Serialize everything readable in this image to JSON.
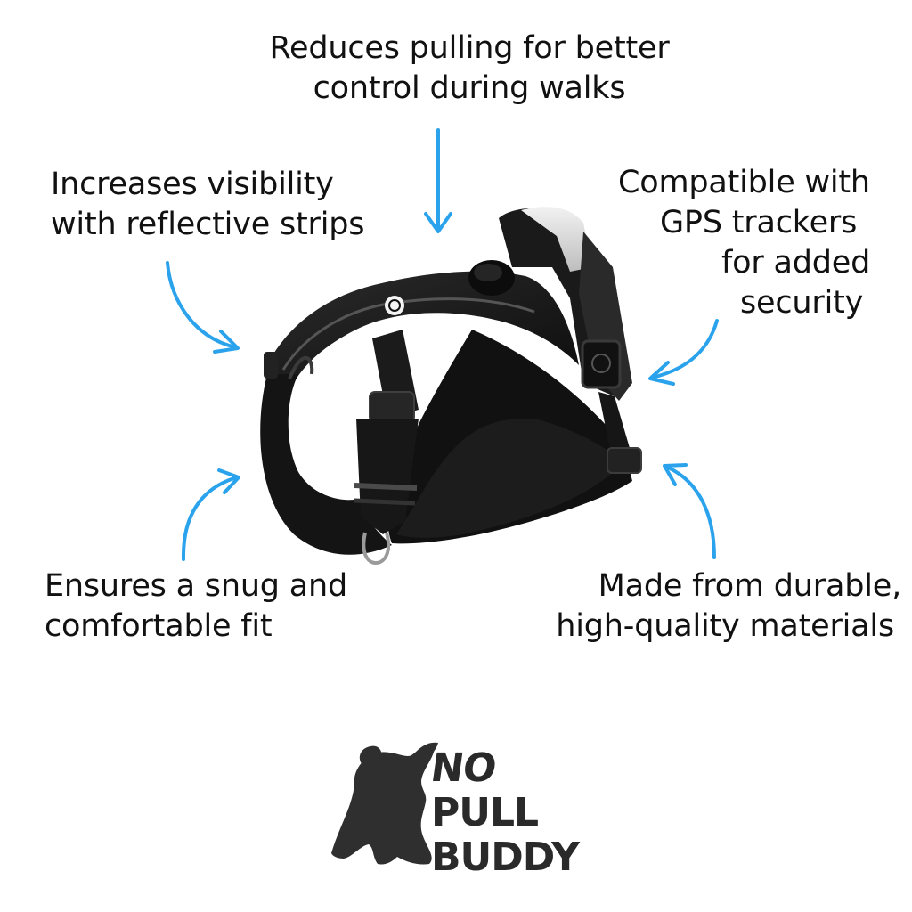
{
  "features": {
    "top": [
      "Reduces pulling for better",
      "control during walks"
    ],
    "left_top": [
      "Increases visibility",
      "with reflective strips"
    ],
    "right_top": [
      "Compatible with",
      "GPS trackers",
      "for added",
      "security"
    ],
    "left_bottom": [
      "Ensures a snug and",
      "comfortable fit"
    ],
    "right_bottom": [
      "Made from durable,",
      "high-quality materials"
    ]
  },
  "logo": {
    "lines": [
      "NO",
      "PULL",
      "BUDDY"
    ]
  },
  "colors": {
    "arrow": "#2ba3ec",
    "text": "#111111",
    "harness": "#1a1a1a",
    "logo": "#2a2a2a"
  },
  "icons": {
    "arrows": "curved-arrow-icon",
    "product": "dog-harness-image",
    "logo": "dog-silhouette-logo"
  }
}
